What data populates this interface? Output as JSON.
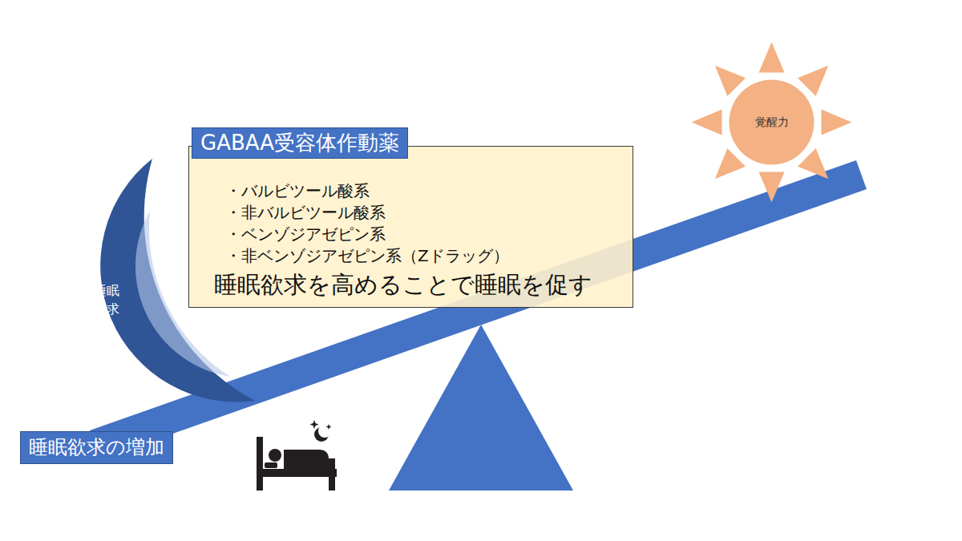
{
  "diagram": {
    "nodes": [
      {
        "text": [
          "GABAA受容体作動薬",
          "・バルビツール酸系",
          "・非バルビツール酸系",
          "・ベンゾジアゼピン系",
          "・非ベンゾジアゼピン系（Zドラッグ）",
          "睡眠欲求を高めることで睡眠を促す"
        ]
      },
      {
        "text": [
          "睡眠 欲求"
        ]
      },
      {
        "text": [
          "覚醒力"
        ]
      },
      {
        "text": [
          "睡眠欲求の増加"
        ]
      }
    ]
  }
}
